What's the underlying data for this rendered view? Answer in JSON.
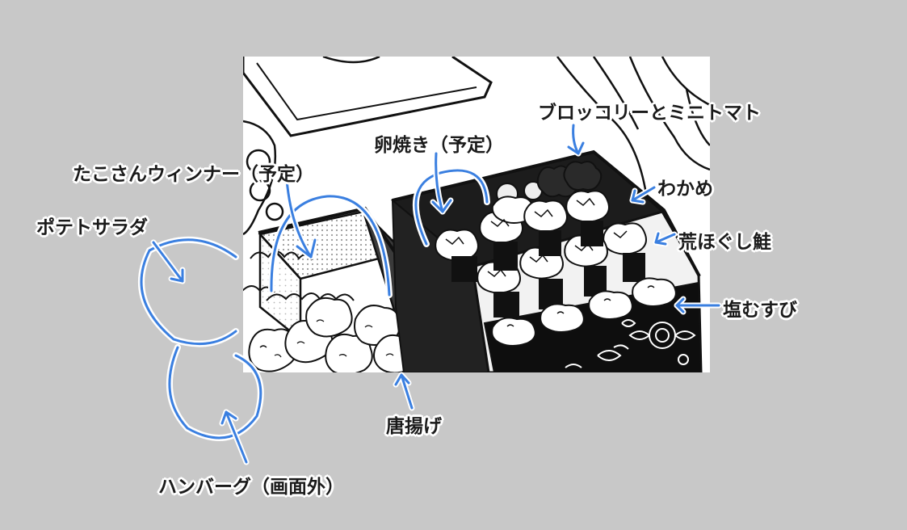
{
  "labels": {
    "broccoli_tomato": "ブロッコリーとミニトマト",
    "egg": "卵焼き（予定）",
    "sausage": "たこさんウィンナー（予定）",
    "wakame": "わかめ",
    "salmon": "荒ほぐし鮭",
    "potato_salad": "ポテトサラダ",
    "shio_musubi": "塩むすび",
    "karaage": "唐揚げ",
    "hamburg": "ハンバーグ（画面外）"
  },
  "colors": {
    "background": "#c8c8c8",
    "annotation_blue": "#3a7fe0",
    "ink": "#1a1a1a",
    "panel": "#ffffff"
  }
}
